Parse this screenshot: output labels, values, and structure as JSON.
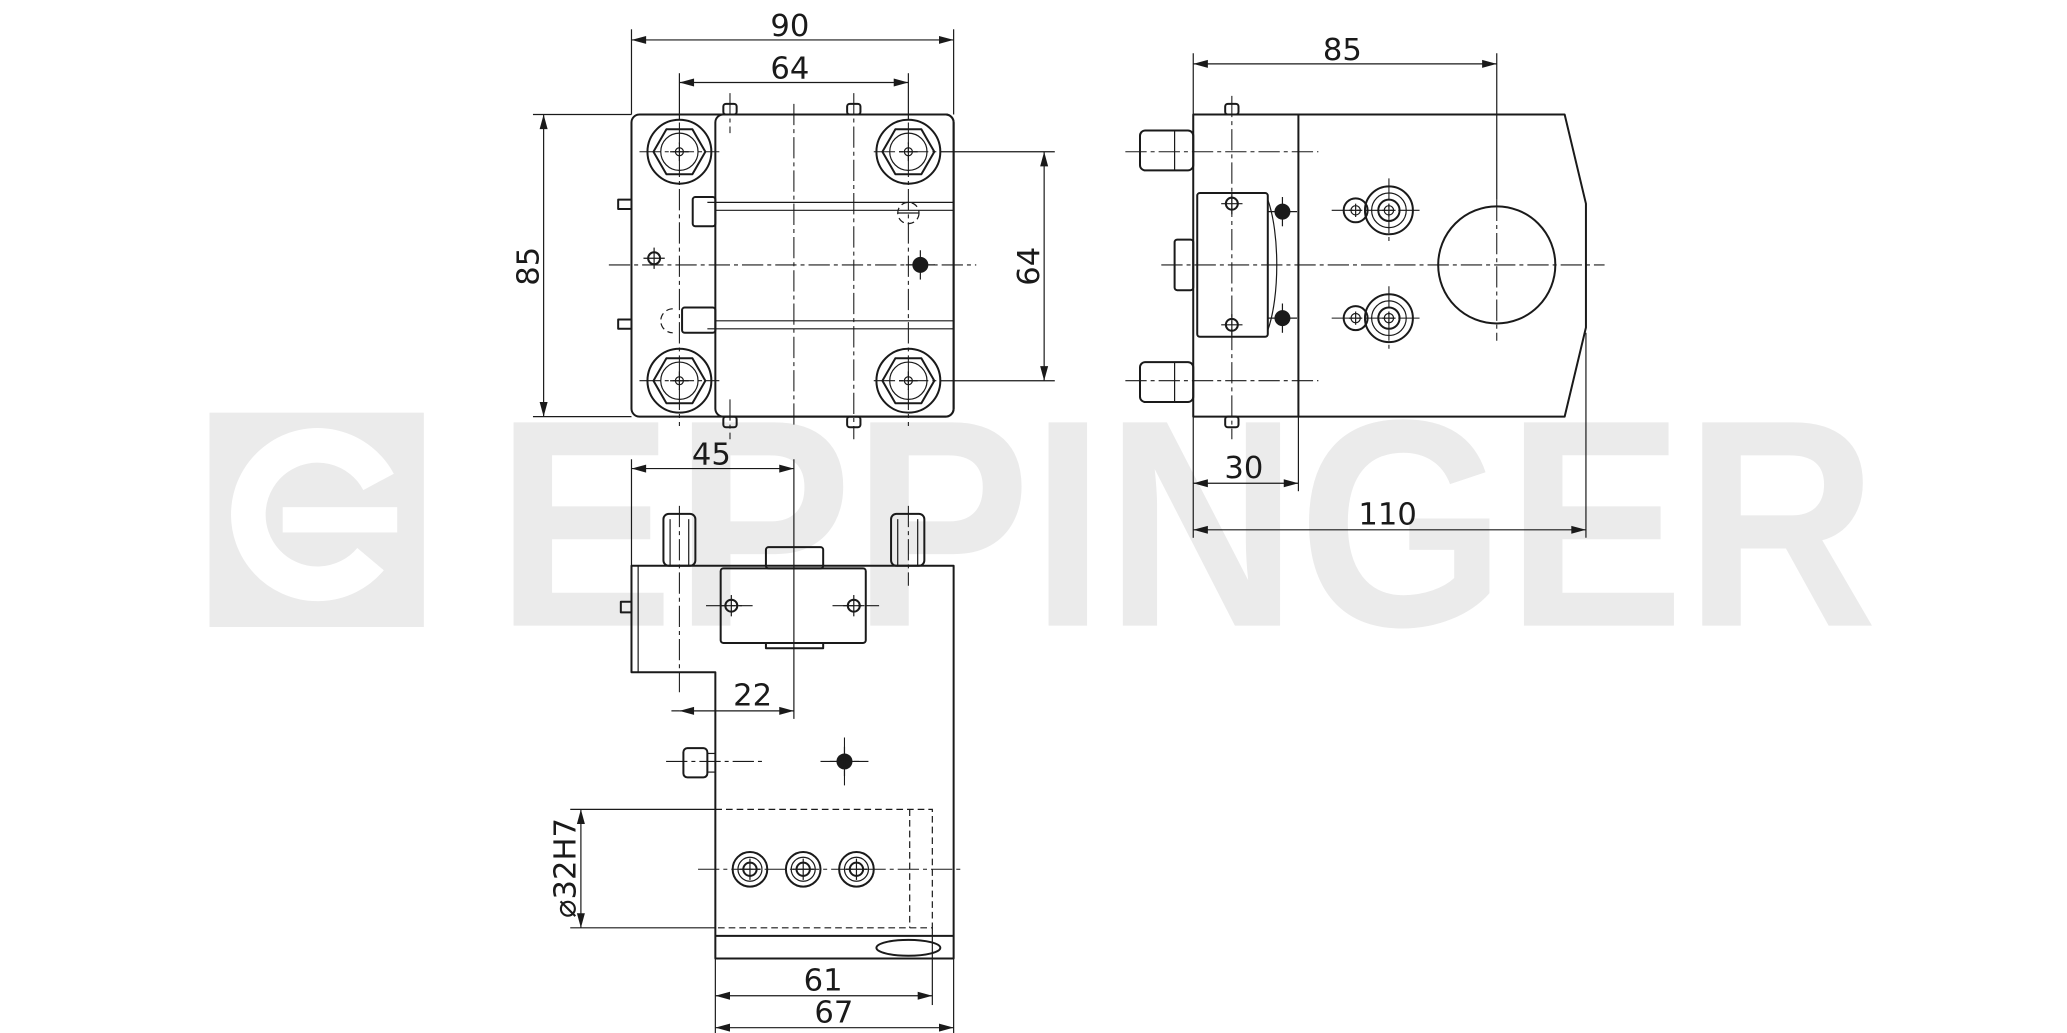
{
  "drawing": {
    "watermark": "EPPINGER",
    "front_view": {
      "width_label": "90",
      "bolt_spacing_horizontal_label": "64",
      "height_label": "85",
      "bolt_spacing_vertical_label": "64"
    },
    "side_view": {
      "axis_offset_label": "85",
      "flange_label": "30",
      "length_label": "110"
    },
    "bottom_view": {
      "axis_offset_label": "45",
      "pin_offset_label": "22",
      "bore_label": "⌀32H7",
      "inner_depth_label": "61",
      "overall_depth_label": "67"
    }
  },
  "colors": {
    "line": "#1a1a1a",
    "watermark": "#ebebeb",
    "background": "#ffffff"
  }
}
